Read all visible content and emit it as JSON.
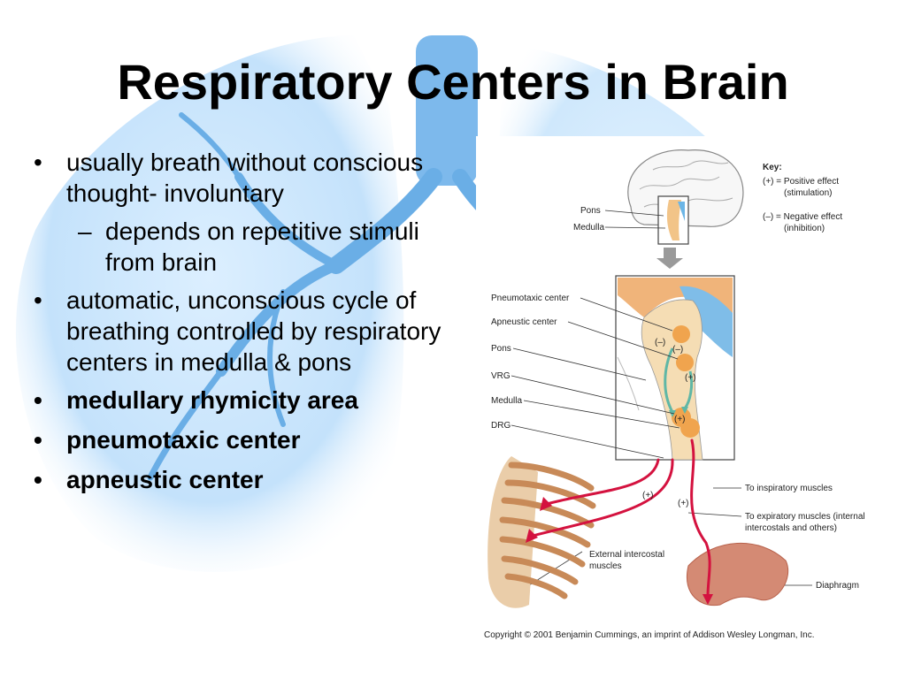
{
  "slide": {
    "title": "Respiratory Centers in Brain",
    "bullets": [
      {
        "text": "usually breath without conscious thought- involuntary",
        "level": 1,
        "bold": false,
        "marker": "•"
      },
      {
        "text": "depends on repetitive stimuli from brain",
        "level": 2,
        "bold": false,
        "marker": "–"
      },
      {
        "text": "automatic, unconscious cycle of breathing controlled by  respiratory centers in medulla & pons",
        "level": 1,
        "bold": false,
        "marker": "•"
      },
      {
        "text": "medullary rhymicity area",
        "level": 1,
        "bold": true,
        "marker": "•"
      },
      {
        "text": "pneumotaxic center",
        "level": 1,
        "bold": true,
        "marker": "•"
      },
      {
        "text": "apneustic center",
        "level": 1,
        "bold": true,
        "marker": "•"
      }
    ]
  },
  "figure": {
    "key": {
      "title": "Key:",
      "positive_line1": "(+) = Positive effect",
      "positive_line2": "(stimulation)",
      "negative_line1": "(–) = Negative effect",
      "negative_line2": "(inhibition)"
    },
    "labels": {
      "pons_top": "Pons",
      "medulla_top": "Medulla",
      "pneumotaxic": "Pneumotaxic center",
      "apneustic": "Apneustic center",
      "pons": "Pons",
      "vrg": "VRG",
      "medulla": "Medulla",
      "drg": "DRG",
      "to_inspiratory": "To inspiratory muscles",
      "to_expiratory_1": "To expiratory muscles (internal",
      "to_expiratory_2": "intercostals and others)",
      "external_intercostal_1": "External intercostal",
      "external_intercostal_2": "muscles",
      "diaphragm": "Diaphragm"
    },
    "signs": {
      "minus_1": "(–)",
      "minus_2": "(–)",
      "plus_1": "(+)",
      "plus_2": "(+)",
      "plus_3": "(+)",
      "plus_4": "(+)"
    },
    "copyright": "Copyright © 2001 Benjamin Cummings, an imprint of Addison Wesley Longman, Inc."
  }
}
